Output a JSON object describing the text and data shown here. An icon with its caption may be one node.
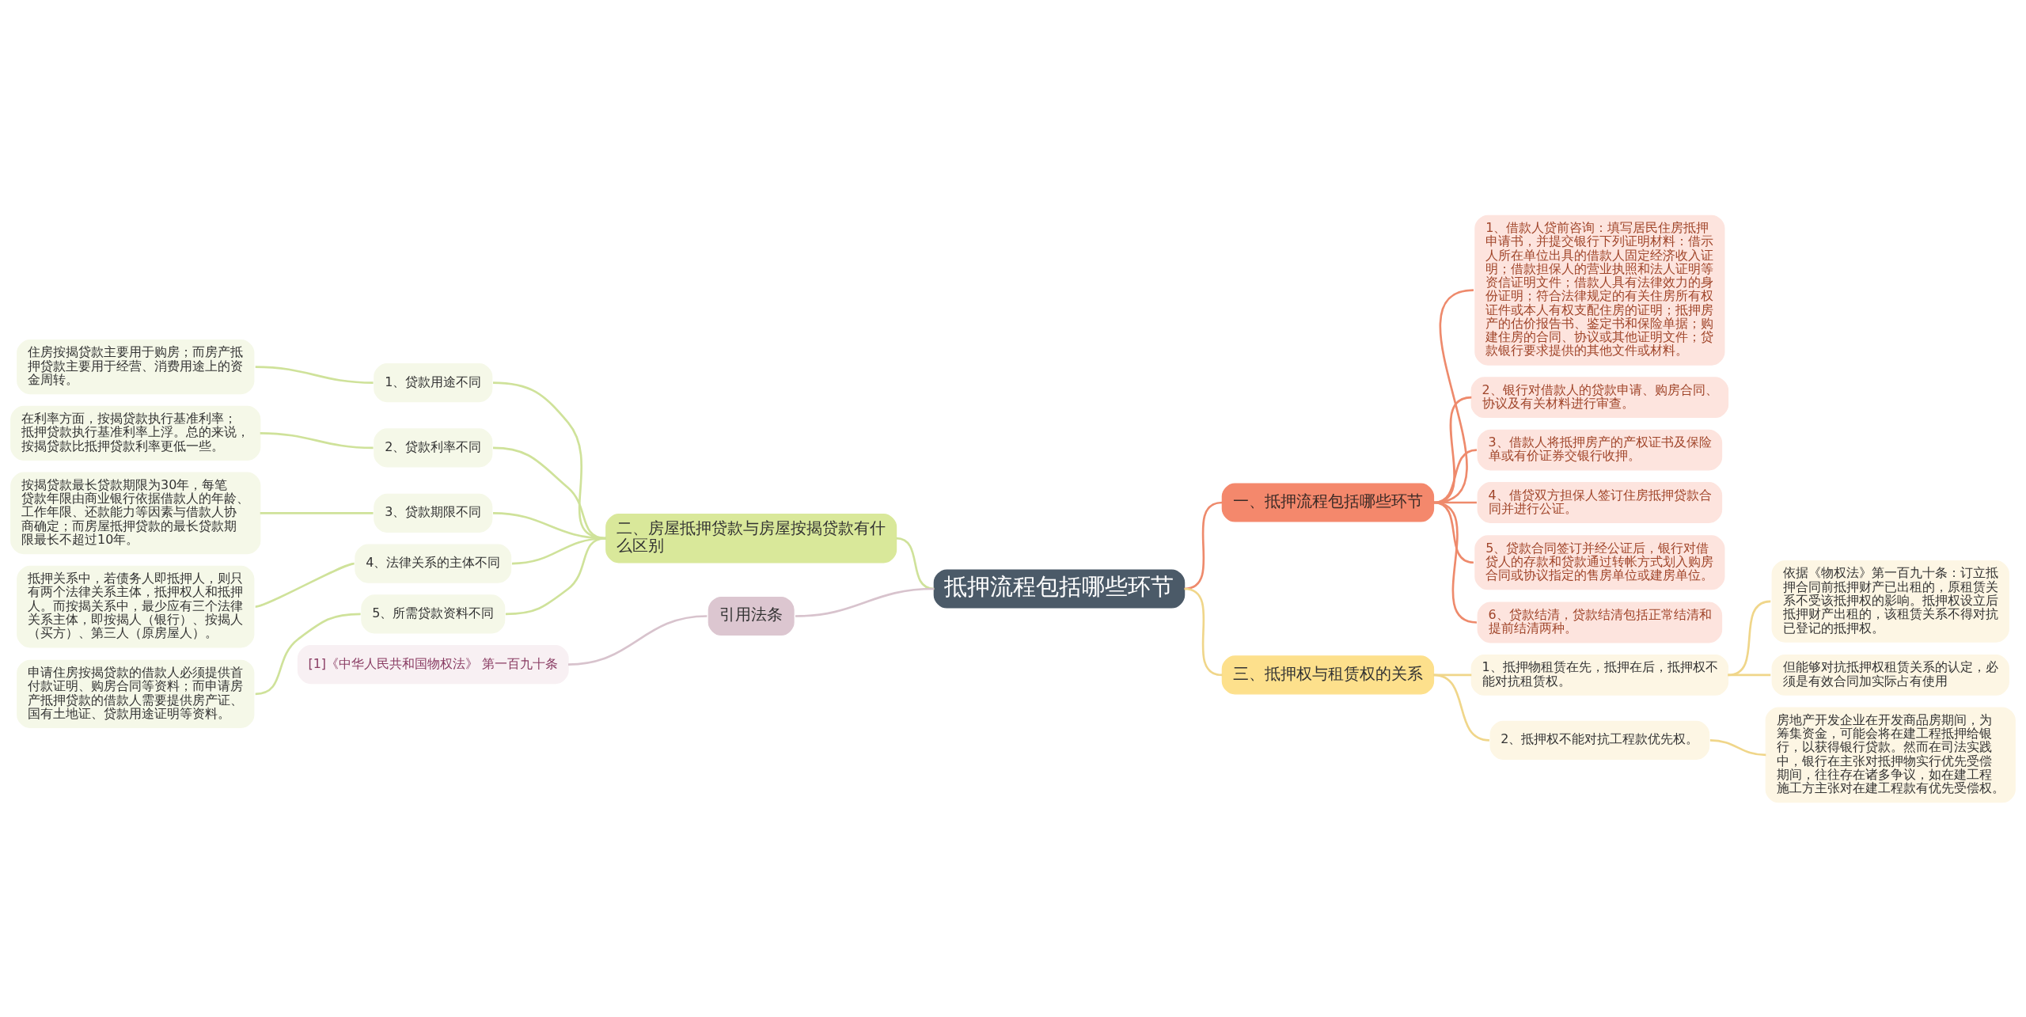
{
  "diagram": {
    "nodes": [
      {
        "text": [
          "抵押流程包括哪些环节"
        ]
      },
      {
        "text": [
          "一、抵押流程包括哪些环节"
        ]
      },
      {
        "text": [
          "1、借款人贷前咨询：填写居民住房抵押申请书，并提交银行下列证明材料：借示人所在单位出具的借款人固定经济收入证明；借款担保人的营业执照和法人证明等资信证明文件；借款人具有法律效力的身份证明；符合法律规定的有关住房所有权证件或本人有权支配住房的证明；抵押房产的估价报告书、鉴定书和保险单据；购建住房的合同、协议或其他证明文件；贷款银行要求提供的其他文件或材料。"
        ]
      },
      {
        "text": [
          "2、银行对借款人的贷款申请、购房合同、协议及有关材料进行审查。"
        ]
      },
      {
        "text": [
          "3、借款人将抵押房产的产权证书及保险单或有价证券交银行收押。"
        ]
      },
      {
        "text": [
          "4、借贷双方担保人签订住房抵押贷款合同并进行公证。"
        ]
      },
      {
        "text": [
          "5、贷款合同签订并经公证后，银行对借贷人的存款和贷款通过转帐方式划入购房合同或协议指定的售房单位或建房单位。"
        ]
      },
      {
        "text": [
          "6、贷款结清，贷款结清包括正常结清和提前结清两种。"
        ]
      },
      {
        "text": [
          "二、房屋抵押贷款与房屋按揭贷款有什么区别"
        ]
      },
      {
        "text": [
          "1、贷款用途不同"
        ]
      },
      {
        "text": [
          "住房按揭贷款主要用于购房；而房产抵押贷款主要用于经营、消费用途上的资金周转。"
        ]
      },
      {
        "text": [
          "2、贷款利率不同"
        ]
      },
      {
        "text": [
          "在利率方面，按揭贷款执行基准利率；抵押贷款执行基准利率上浮。总的来说，按揭贷款比抵押贷款利率更低一些。"
        ]
      },
      {
        "text": [
          "3、贷款期限不同"
        ]
      },
      {
        "text": [
          "按揭贷款最长贷款期限为30年，每笔贷款年限由商业银行依据借款人的年龄、工作年限、还款能力等因素与借款人协商确定；而房屋抵押贷款的最长贷款期限最长不超过10年。"
        ]
      },
      {
        "text": [
          "4、法律关系的主体不同"
        ]
      },
      {
        "text": [
          "抵押关系中，若债务人即抵押人，则只有两个法律关系主体，抵押权人和抵押人。而按揭关系中，最少应有三个法律关系主体，即按揭人（银行）、按揭人（买方）、第三人（原房屋人）。"
        ]
      },
      {
        "text": [
          "5、所需贷款资料不同"
        ]
      },
      {
        "text": [
          "申请住房按揭贷款的借款人必须提供首付款证明、购房合同等资料；而申请房产抵押贷款的借款人需要提供房产证、国有土地证、贷款用途证明等资料。"
        ]
      },
      {
        "text": [
          "三、抵押权与租赁权的关系"
        ]
      },
      {
        "text": [
          "1、抵押物租赁在先，抵押在后，抵押权不能对抗租赁权。"
        ]
      },
      {
        "text": [
          "依据《物权法》第一百九十条：订立抵押合同前抵押财产已出租的，原租赁关系不受该抵押权的影响。抵押权设立后抵押财产出租的，该租赁关系不得对抗已登记的抵押权。"
        ]
      },
      {
        "text": [
          "但能够对抗抵押权租赁关系的认定，必须是有效合同加实际占有使用"
        ]
      },
      {
        "text": [
          "2、抵押权不能对抗工程款优先权。"
        ]
      },
      {
        "text": [
          "房地产开发企业在开发商品房期间，为筹集资金，可能会将在建工程抵押给银行，以获得银行贷款。然而在司法实践中，银行在主张对抵押物实行优先受偿期间，往往存在诸多争议，如在建工程施工方主张对在建工程款有优先受偿权。"
        ]
      },
      {
        "text": [
          "引用法条"
        ]
      },
      {
        "text": [
          "[1]《中华人民共和国物权法》 第一百九十条"
        ]
      }
    ],
    "edges": [
      {
        "from": 0,
        "to": 1,
        "arrow": "none",
        "color": "#ee8a6c"
      },
      {
        "from": 1,
        "to": 2,
        "arrow": "none",
        "color": "#ee8a6c"
      },
      {
        "from": 1,
        "to": 3,
        "arrow": "none",
        "color": "#ee8a6c"
      },
      {
        "from": 1,
        "to": 4,
        "arrow": "none",
        "color": "#ee8a6c"
      },
      {
        "from": 1,
        "to": 5,
        "arrow": "none",
        "color": "#ee8a6c"
      },
      {
        "from": 1,
        "to": 6,
        "arrow": "none",
        "color": "#ee8a6c"
      },
      {
        "from": 1,
        "to": 7,
        "arrow": "none",
        "color": "#ee8a6c"
      },
      {
        "from": 8,
        "to": 0,
        "arrow": "none"
      },
      {
        "from": 9,
        "to": 8,
        "arrow": "none"
      },
      {
        "from": 10,
        "to": 9,
        "arrow": "none"
      },
      {
        "from": 11,
        "to": 8,
        "arrow": "none"
      },
      {
        "from": 12,
        "to": 11,
        "arrow": "none"
      },
      {
        "from": 13,
        "to": 8,
        "arrow": "none"
      },
      {
        "from": 14,
        "to": 13,
        "arrow": "none"
      },
      {
        "from": 15,
        "to": 8,
        "arrow": "none"
      },
      {
        "from": 16,
        "to": 15,
        "arrow": "none"
      },
      {
        "from": 17,
        "to": 8,
        "arrow": "none"
      },
      {
        "from": 18,
        "to": 17,
        "arrow": "none"
      },
      {
        "from": 0,
        "to": 19,
        "arrow": "none",
        "color": "#f0d68a"
      },
      {
        "from": 19,
        "to": 20,
        "arrow": "none",
        "color": "#f0d68a"
      },
      {
        "from": 20,
        "to": 21,
        "arrow": "none",
        "color": "#f0d68a"
      },
      {
        "from": 20,
        "to": 22,
        "arrow": "none",
        "color": "#f0d68a"
      },
      {
        "from": 19,
        "to": 23,
        "arrow": "none",
        "color": "#f0d68a"
      },
      {
        "from": 23,
        "to": 24,
        "arrow": "none",
        "color": "#f0d68a"
      },
      {
        "from": 25,
        "to": 0,
        "arrow": "none",
        "color": "#d8c3cd"
      },
      {
        "from": 26,
        "to": 25,
        "arrow": "none",
        "color": "#d8c3cd"
      }
    ]
  }
}
